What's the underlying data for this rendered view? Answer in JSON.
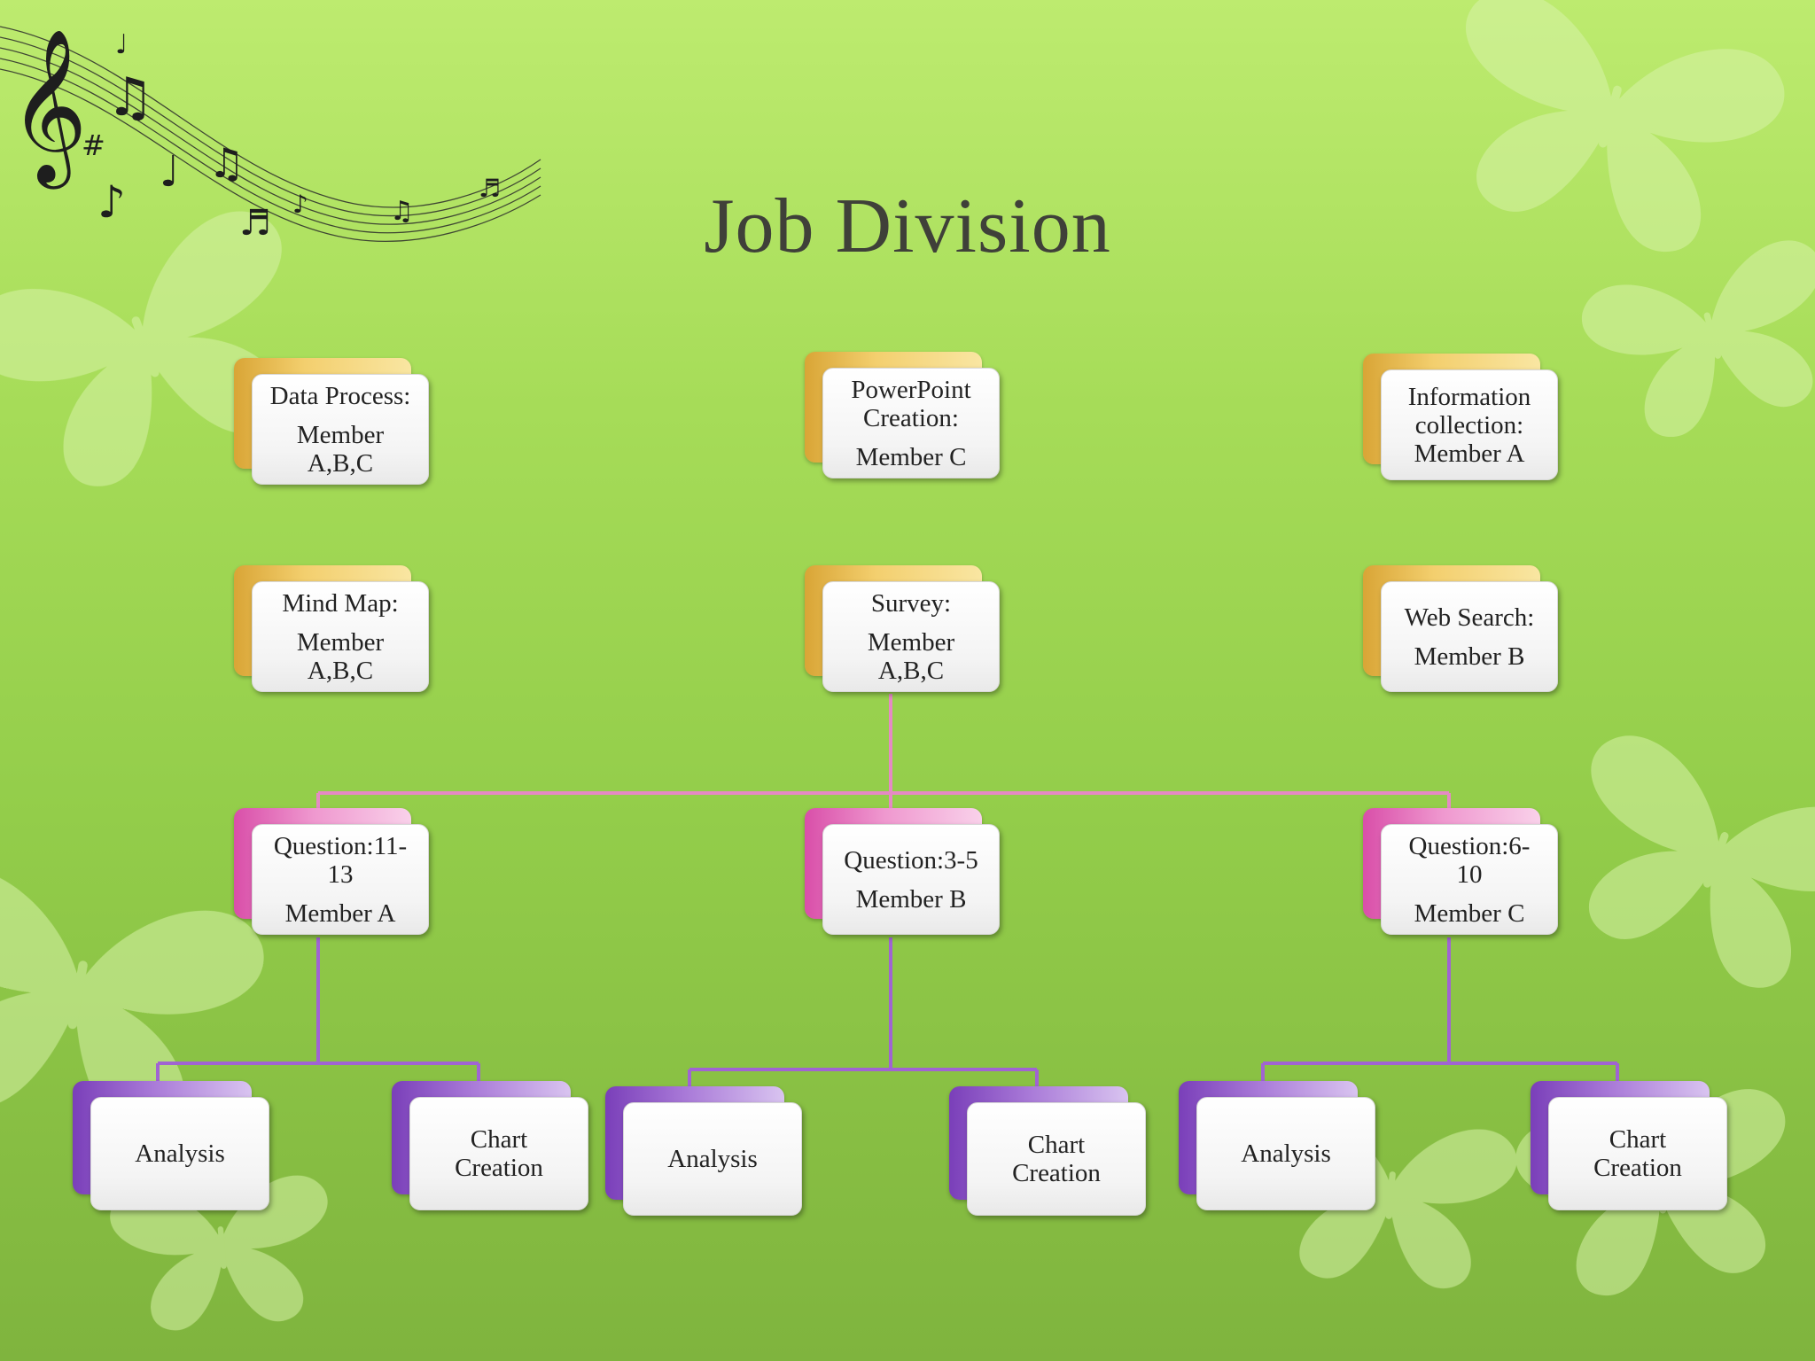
{
  "title": "Job Division",
  "colors": {
    "gold": "#f3cf6e",
    "pink": "#ef98cf",
    "violet": "#a97ad8",
    "connector_pink": "#e58ac4",
    "connector_violet": "#a064d2"
  },
  "decorations": [
    "music-notes-icon",
    "butterfly-icon"
  ],
  "tasks": {
    "data_process": {
      "l1": "Data Process:",
      "l2": "Member",
      "l3": "A,B,C"
    },
    "powerpoint": {
      "l1": "PowerPoint",
      "l2": "Creation:",
      "l3": "Member C"
    },
    "information": {
      "l1": "Information",
      "l2": "collection:",
      "l3": "Member A"
    },
    "mind_map": {
      "l1": "Mind Map:",
      "l2": "Member",
      "l3": "A,B,C"
    },
    "survey": {
      "l1": "Survey:",
      "l2": "Member",
      "l3": "A,B,C"
    },
    "web_search": {
      "l1": "Web Search:",
      "l2": "Member B"
    }
  },
  "questions": {
    "q11_13": {
      "l1": "Question:11-",
      "l2": "13",
      "l3": "Member A"
    },
    "q3_5": {
      "l1": "Question:3-5",
      "l2": "Member B"
    },
    "q6_10": {
      "l1": "Question:6-",
      "l2": "10",
      "l3": "Member C"
    }
  },
  "leaves": {
    "analysis": "Analysis",
    "chart_l1": "Chart",
    "chart_l2": "Creation"
  }
}
